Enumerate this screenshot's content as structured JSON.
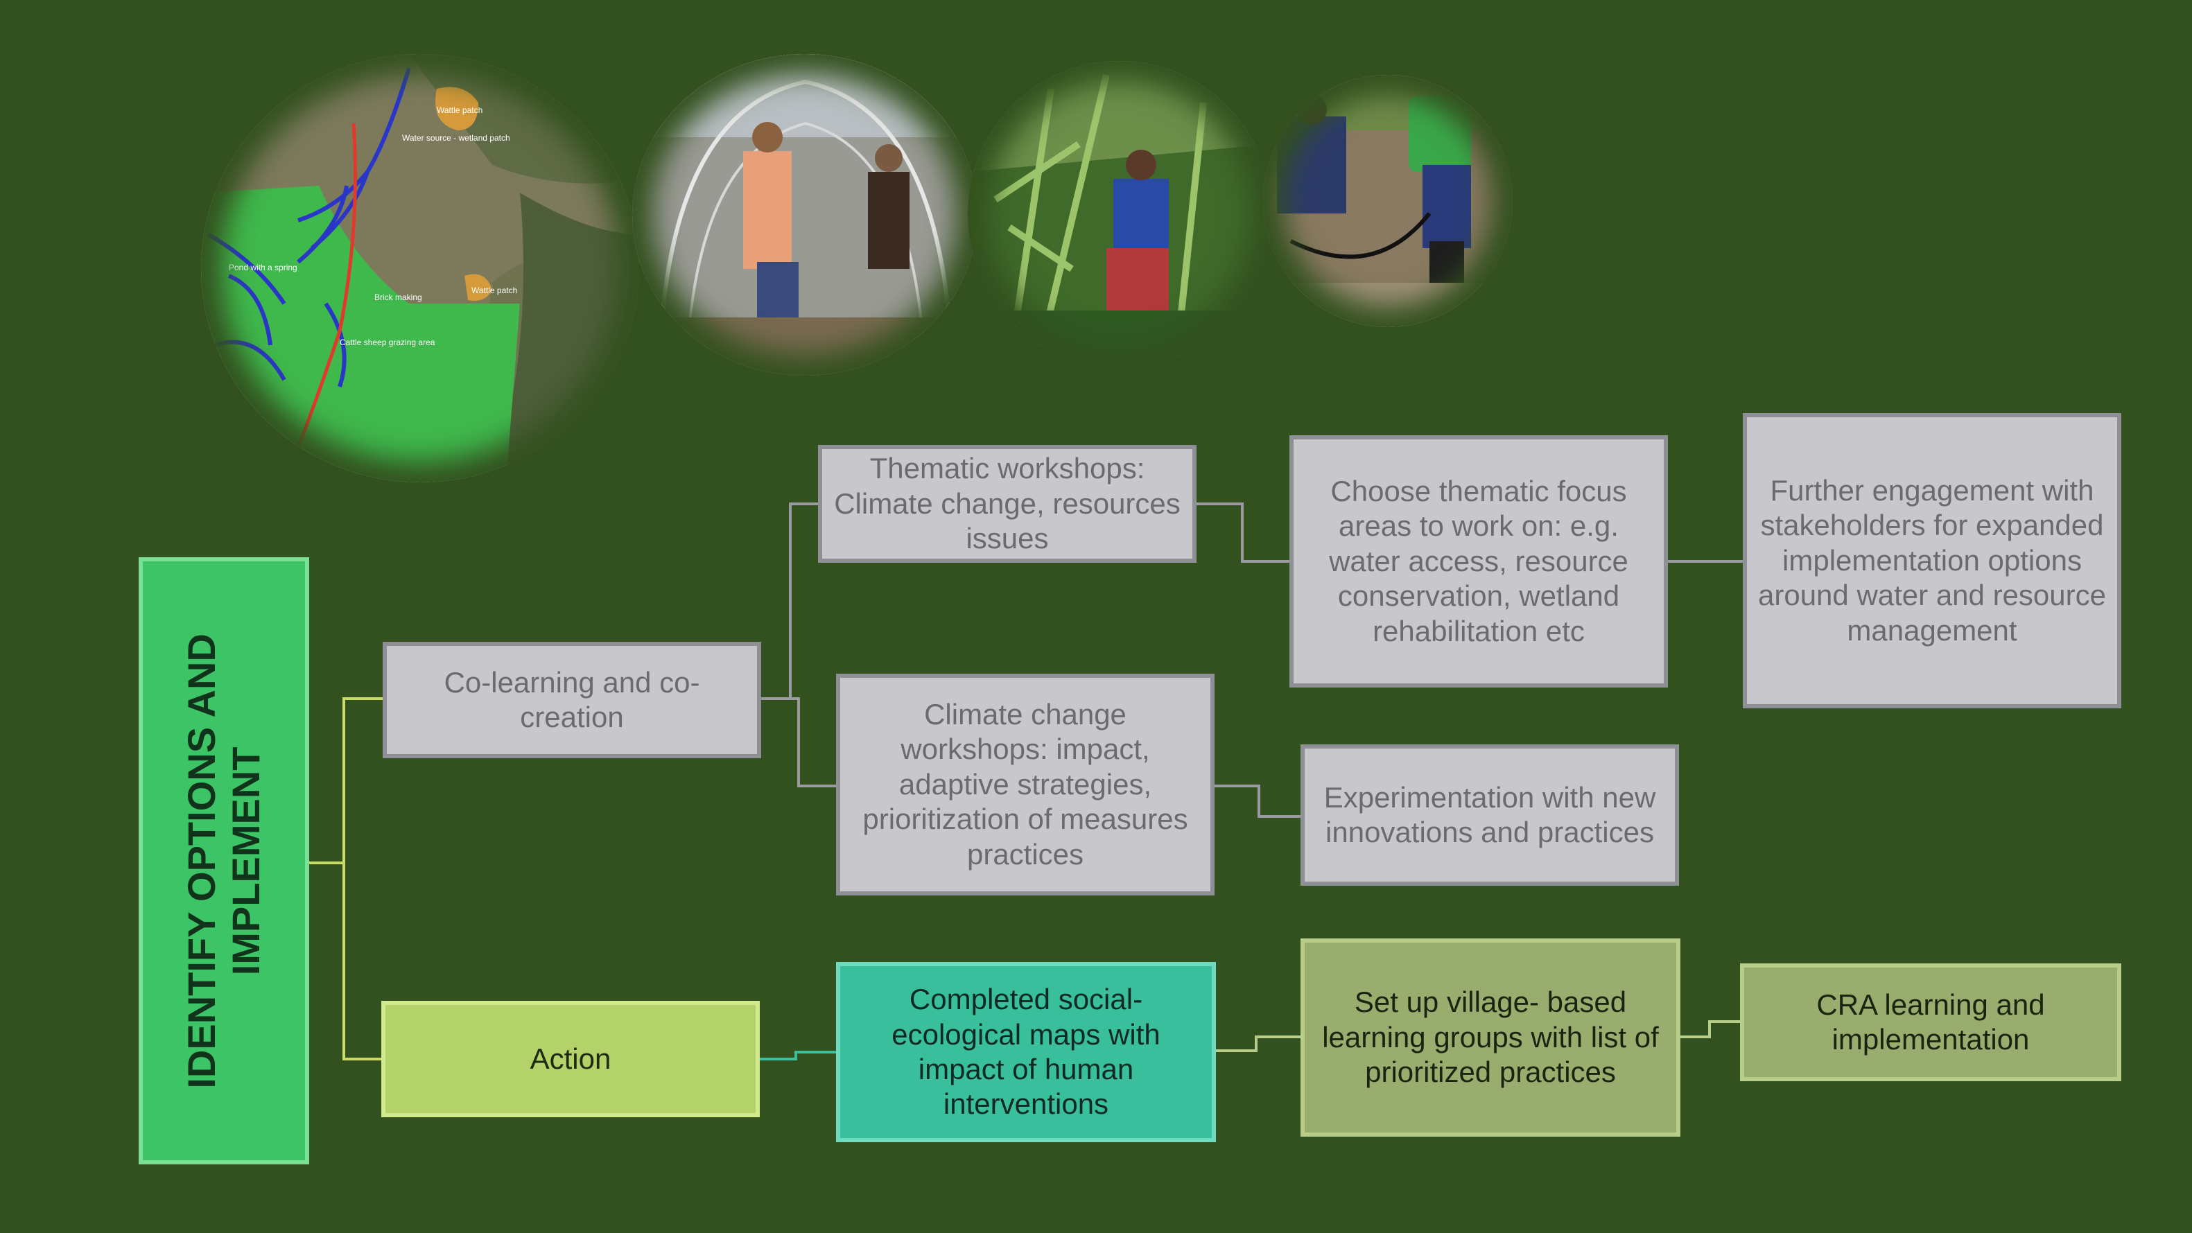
{
  "main_title": {
    "line1": "IDENTIFY OPTIONS AND",
    "line2": "IMPLEMENT"
  },
  "boxes": {
    "colearning": "Co-learning and co-creation",
    "action": "Action",
    "thematic": "Thematic workshops: Climate change, resources issues",
    "climate": "Climate change workshops: impact, adaptive strategies, prioritization of measures practices",
    "choose": "Choose thematic focus areas to work on: e.g. water access, resource conservation, wetland rehabilitation etc",
    "further": "Further engagement with stakeholders for expanded implementation options around water and resource management",
    "experimentation": "Experimentation with new innovations and practices",
    "completed": "Completed social-ecological maps with impact of human interventions",
    "setup": "Set up village- based learning groups with list of prioritized practices",
    "cra": "CRA learning and implementation"
  },
  "map_labels": {
    "l1": "Wattle patch",
    "l2": "Water source - wetland patch",
    "l3": "Pond with a spring",
    "l4": "Wattle patch",
    "l5": "Brick making",
    "l6": "Cattle sheep grazing area"
  },
  "colors": {
    "background": "#33511f",
    "main": "#3cc466",
    "grey_box": "#c8c8cc",
    "lime_box": "#b3d36a",
    "teal_box": "#39bf9b",
    "olive_box": "#98ad6e"
  }
}
